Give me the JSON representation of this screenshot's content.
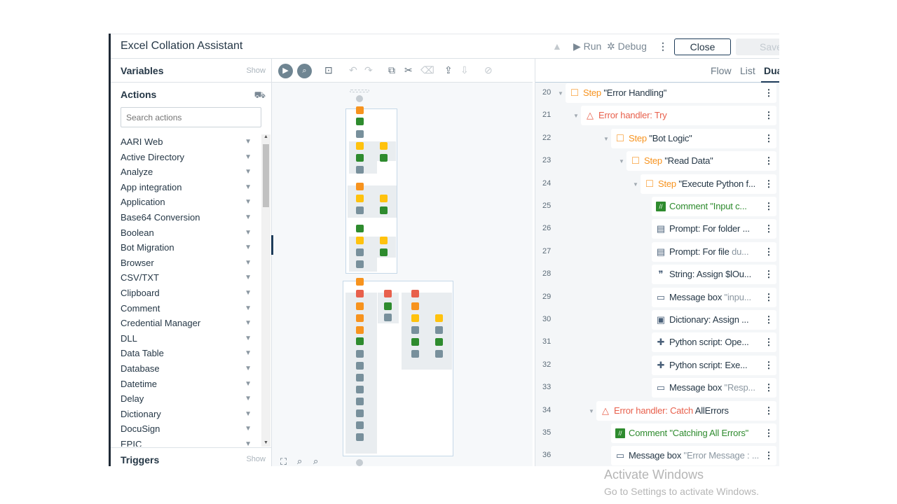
{
  "header": {
    "title": "Excel Collation Assistant",
    "run": "Run",
    "debug": "Debug",
    "close": "Close",
    "save": "Save"
  },
  "left": {
    "variables": "Variables",
    "variables_show": "Show",
    "actions": "Actions",
    "search_placeholder": "Search actions",
    "triggers": "Triggers",
    "triggers_show": "Show",
    "items": [
      "AARI Web",
      "Active Directory",
      "Analyze",
      "App integration",
      "Application",
      "Base64 Conversion",
      "Boolean",
      "Bot Migration",
      "Browser",
      "CSV/TXT",
      "Clipboard",
      "Comment",
      "Credential Manager",
      "DLL",
      "Data Table",
      "Database",
      "Datetime",
      "Delay",
      "Dictionary",
      "DocuSign",
      "EPIC"
    ]
  },
  "views": {
    "flow": "Flow",
    "list": "List",
    "dual": "Dual"
  },
  "rows": [
    {
      "n": "20",
      "kw": "Step",
      "txt": " \"Error Handling\"",
      "kind": "step",
      "icon": "□"
    },
    {
      "n": "21",
      "kw": "Error handler: Try",
      "txt": "",
      "kind": "err",
      "icon": "△"
    },
    {
      "n": "22",
      "kw": "Step",
      "txt": " \"Bot Logic\"",
      "kind": "step",
      "icon": "□"
    },
    {
      "n": "23",
      "kw": "Step",
      "txt": " \"Read Data\"",
      "kind": "step",
      "icon": "□"
    },
    {
      "n": "24",
      "kw": "Step",
      "txt": " \"Execute Python f...",
      "kind": "step",
      "icon": "□"
    },
    {
      "n": "25",
      "kw": "Comment",
      "txt": " \"Input c...",
      "kind": "comment",
      "icon": "//"
    },
    {
      "n": "26",
      "kw": "Prompt: For folder ...",
      "txt": "",
      "kind": "act",
      "icon": "▤"
    },
    {
      "n": "27",
      "kw": "Prompt: For file",
      "txt": " du...",
      "kind": "act",
      "icon": "▤"
    },
    {
      "n": "28",
      "kw": "String: Assign $lOu...",
      "txt": "",
      "kind": "act",
      "icon": "❞"
    },
    {
      "n": "29",
      "kw": "Message box",
      "txt": " \"inpu...",
      "kind": "act",
      "icon": "▭"
    },
    {
      "n": "30",
      "kw": "Dictionary: Assign ...",
      "txt": "",
      "kind": "act",
      "icon": "▣"
    },
    {
      "n": "31",
      "kw": "Python script: Ope...",
      "txt": "",
      "kind": "act",
      "icon": "✚"
    },
    {
      "n": "32",
      "kw": "Python script: Exe...",
      "txt": "",
      "kind": "act",
      "icon": "✚"
    },
    {
      "n": "33",
      "kw": "Message box",
      "txt": " \"Resp...",
      "kind": "act",
      "icon": "▭"
    },
    {
      "n": "34",
      "kw": "Error handler: Catch",
      "txt": " AllErrors",
      "kind": "err",
      "icon": "△"
    },
    {
      "n": "35",
      "kw": "Comment",
      "txt": " \"Catching All Errors\"",
      "kind": "comment",
      "icon": "//"
    },
    {
      "n": "36",
      "kw": "Message box",
      "txt": " \"Error Message : ...",
      "kind": "act",
      "icon": "▭"
    }
  ],
  "watermark": {
    "line1": "Activate Windows",
    "line2": "Go to Settings to activate Windows."
  },
  "colors": {
    "step": "#f7931e",
    "err": "#e8604c",
    "comment": "#2e8b2e",
    "act": "#253746",
    "cond": "#ffc20e",
    "gray": "#78909c"
  }
}
